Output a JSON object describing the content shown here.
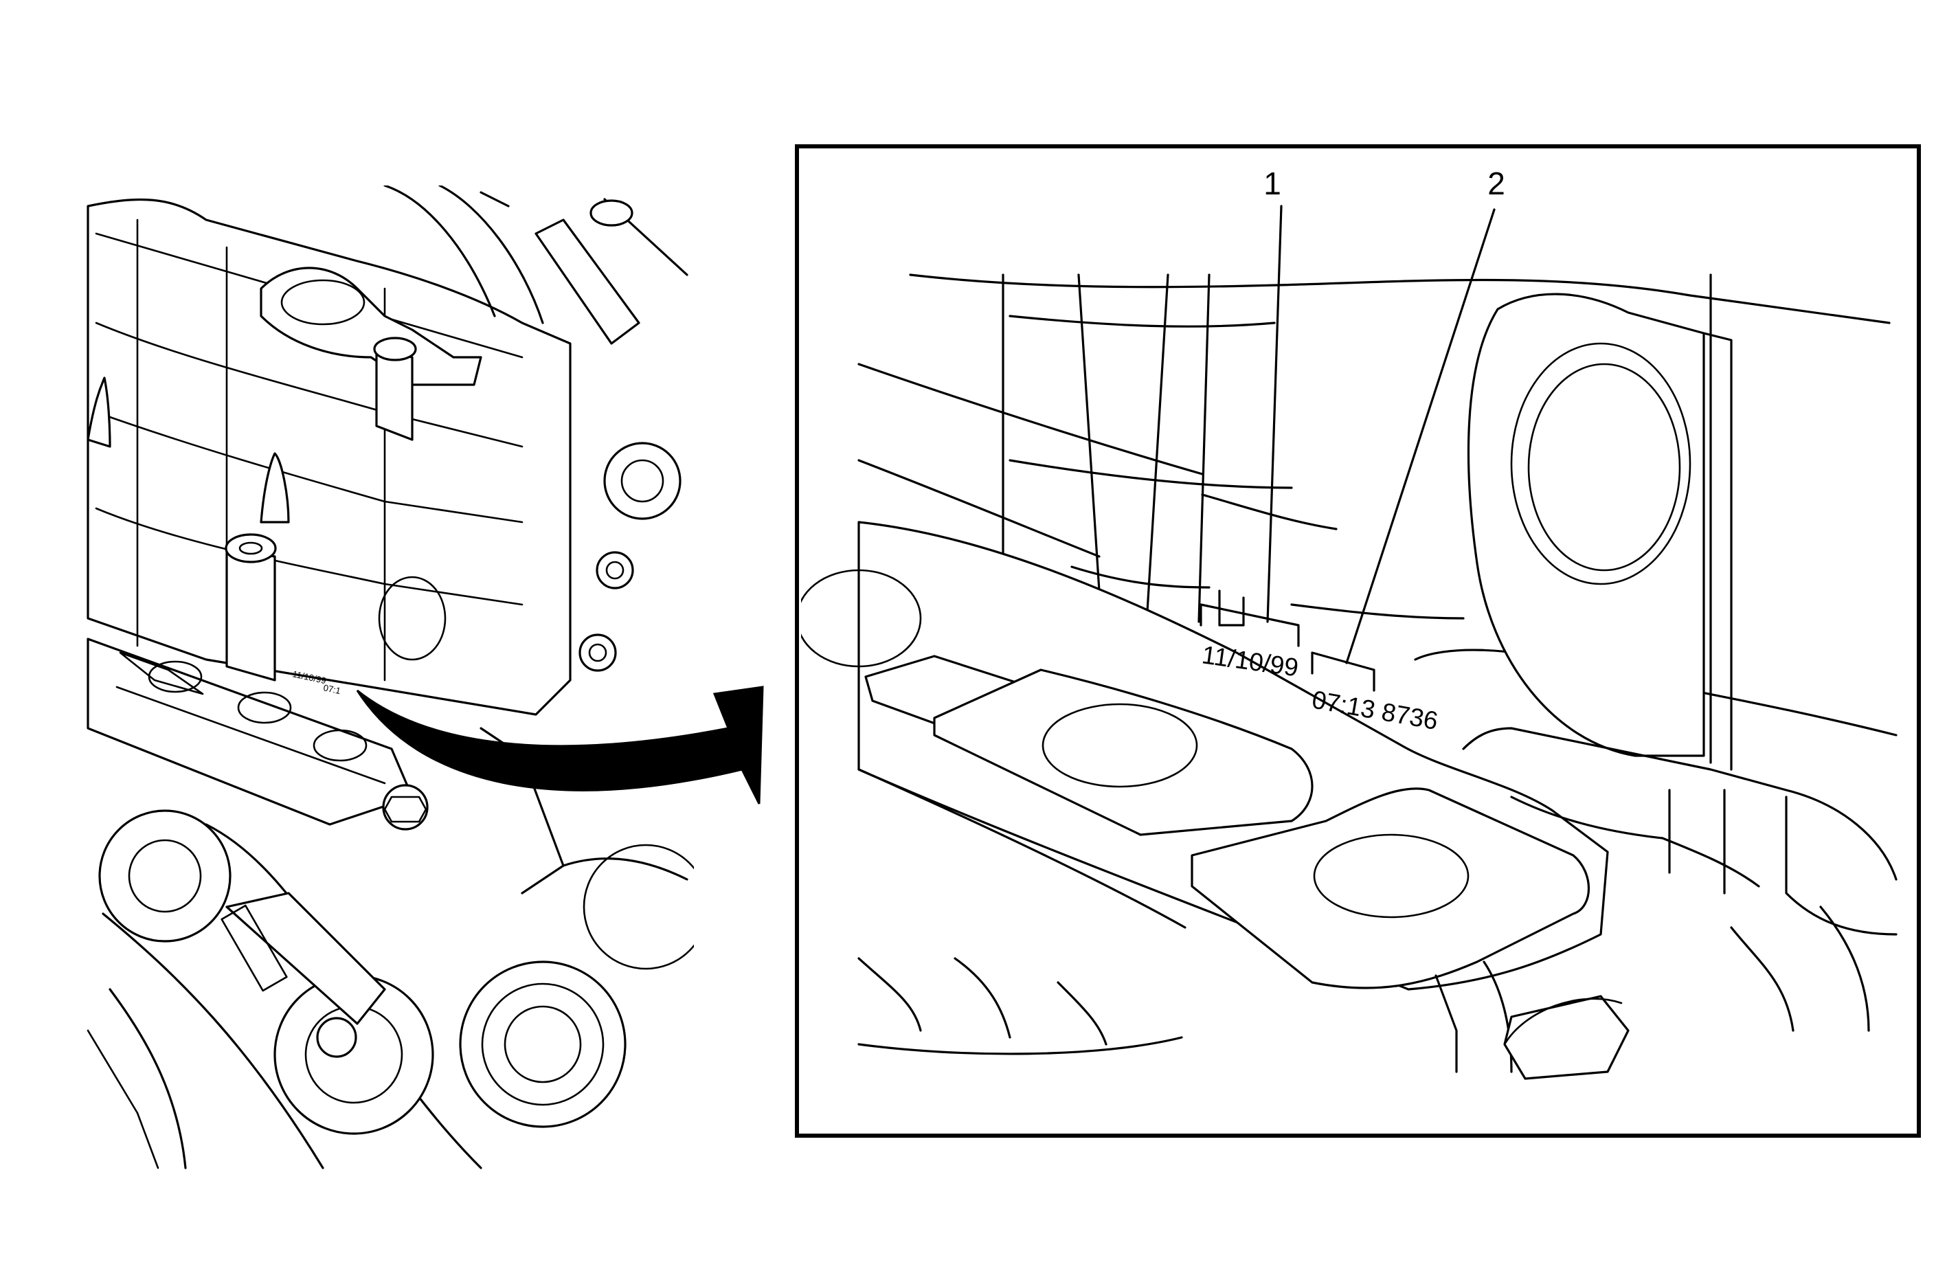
{
  "figure": {
    "callouts": [
      {
        "number": "1"
      },
      {
        "number": "2"
      }
    ],
    "stamps": {
      "date": "11/10/99",
      "time_code": "07:13 8736",
      "small_date": "11/10/99",
      "small_time": "07:1"
    },
    "colors": {
      "line": "#000000",
      "background": "#ffffff",
      "arrow": "#000000"
    }
  }
}
